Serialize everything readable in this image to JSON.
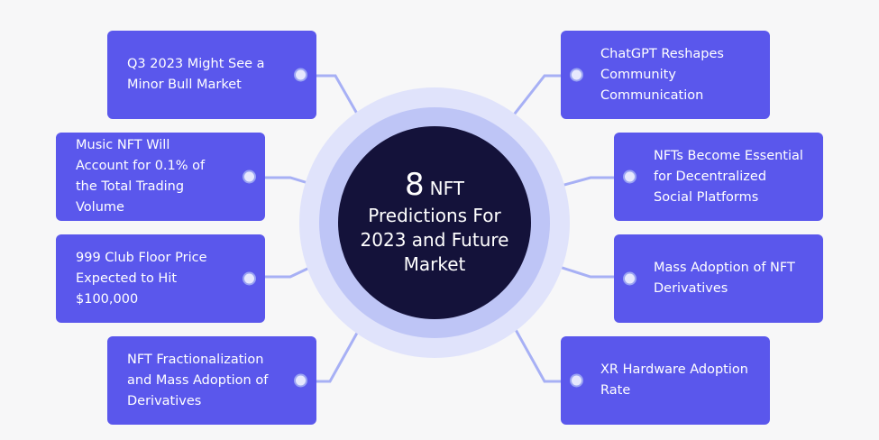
{
  "hub": {
    "number": "8",
    "word": "NFT",
    "rest": "Predictions For 2023 and Future Market"
  },
  "predictions": {
    "left": [
      "Q3 2023 Might See a Minor Bull Market",
      "Music NFT Will Account for 0.1% of the Total Trading Volume",
      "999 Club Floor Price Expected to Hit $100,000",
      "NFT Fractionalization and Mass Adoption of Derivatives"
    ],
    "right": [
      "ChatGPT Reshapes Community Communication",
      "NFTs Become Essential for Decentralized Social Platforms",
      "Mass Adoption of NFT Derivatives",
      "XR Hardware Adoption Rate"
    ]
  },
  "colors": {
    "card": "#5a57ec",
    "hub": "#14123a",
    "ring_outer": "#e0e3fb",
    "ring_mid": "#bec5f6",
    "connector": "#a7b0f5",
    "background": "#f7f7f8"
  }
}
